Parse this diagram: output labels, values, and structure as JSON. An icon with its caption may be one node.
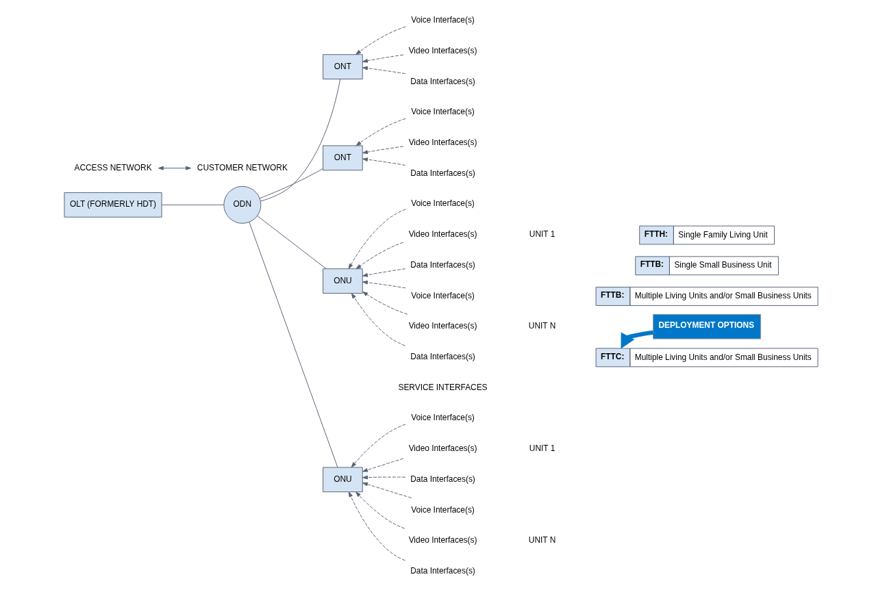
{
  "diagram": {
    "nodes": [
      {
        "text": [
          "OLT (FORMERLY HDT)"
        ]
      },
      {
        "text": [
          "ODN"
        ]
      },
      {
        "text": [
          "ONT"
        ]
      },
      {
        "text": [
          "ONT"
        ]
      },
      {
        "text": [
          "ONU"
        ]
      },
      {
        "text": [
          "ONU"
        ]
      },
      {
        "text": [
          "Voice Interface(s)"
        ]
      },
      {
        "text": [
          "Video Interfaces(s)"
        ]
      },
      {
        "text": [
          "Data Interfaces(s)"
        ]
      },
      {
        "text": [
          "Voice Interface(s)"
        ]
      },
      {
        "text": [
          "Video Interfaces(s)"
        ]
      },
      {
        "text": [
          "Data Interfaces(s)"
        ]
      },
      {
        "text": [
          "Voice Interface(s)"
        ]
      },
      {
        "text": [
          "Video Interfaces(s)"
        ]
      },
      {
        "text": [
          "Data Interfaces(s)"
        ]
      },
      {
        "text": [
          "Voice Interface(s)"
        ]
      },
      {
        "text": [
          "Video Interfaces(s)"
        ]
      },
      {
        "text": [
          "Data Interfaces(s)"
        ]
      },
      {
        "text": [
          "Voice Interface(s)"
        ]
      },
      {
        "text": [
          "Video Interfaces(s)"
        ]
      },
      {
        "text": [
          "Data Interfaces(s)"
        ]
      },
      {
        "text": [
          "Voice Interface(s)"
        ]
      },
      {
        "text": [
          "Video Interfaces(s)"
        ]
      },
      {
        "text": [
          "Data Interfaces(s)"
        ]
      },
      {
        "text": [
          "FTTH:",
          "Single Family Living Unit"
        ]
      },
      {
        "text": [
          "FTTB:",
          "Single Small Business Unit"
        ]
      },
      {
        "text": [
          "FTTB:",
          "Multiple Living Units and/or Small Business Units"
        ]
      },
      {
        "text": [
          "FTTC:",
          "Multiple Living Units and/or Small Business Units"
        ]
      },
      {
        "text": [
          "DEPLOYMENT OPTIONS"
        ]
      },
      {
        "text": [
          "ACCESS NETWORK"
        ]
      },
      {
        "text": [
          "CUSTOMER NETWORK"
        ]
      }
    ],
    "edges": [
      {
        "from": 0,
        "to": 1,
        "arrow": "none"
      },
      {
        "from": 1,
        "to": 2,
        "arrow": "none"
      },
      {
        "from": 1,
        "to": 3,
        "arrow": "none"
      },
      {
        "from": 1,
        "to": 4,
        "arrow": "none"
      },
      {
        "from": 1,
        "to": 5,
        "arrow": "none"
      },
      {
        "from": 6,
        "to": 2,
        "arrow": "to",
        "style": "dashed"
      },
      {
        "from": 7,
        "to": 2,
        "arrow": "to",
        "style": "dashed"
      },
      {
        "from": 8,
        "to": 2,
        "arrow": "to",
        "style": "dashed"
      },
      {
        "from": 9,
        "to": 3,
        "arrow": "to",
        "style": "dashed"
      },
      {
        "from": 10,
        "to": 3,
        "arrow": "to",
        "style": "dashed"
      },
      {
        "from": 11,
        "to": 3,
        "arrow": "to",
        "style": "dashed"
      },
      {
        "from": 12,
        "to": 4,
        "arrow": "to",
        "style": "dashed"
      },
      {
        "from": 13,
        "to": 4,
        "arrow": "to",
        "style": "dashed"
      },
      {
        "from": 14,
        "to": 4,
        "arrow": "to",
        "style": "dashed"
      },
      {
        "from": 15,
        "to": 4,
        "arrow": "to",
        "style": "dashed"
      },
      {
        "from": 16,
        "to": 4,
        "arrow": "to",
        "style": "dashed"
      },
      {
        "from": 17,
        "to": 4,
        "arrow": "to",
        "style": "dashed"
      },
      {
        "from": 18,
        "to": 5,
        "arrow": "to",
        "style": "dashed"
      },
      {
        "from": 19,
        "to": 5,
        "arrow": "to",
        "style": "dashed"
      },
      {
        "from": 20,
        "to": 5,
        "arrow": "to",
        "style": "dashed"
      },
      {
        "from": 21,
        "to": 5,
        "arrow": "to",
        "style": "dashed"
      },
      {
        "from": 22,
        "to": 5,
        "arrow": "to",
        "style": "dashed"
      },
      {
        "from": 23,
        "to": 5,
        "arrow": "to",
        "style": "dashed"
      },
      {
        "from": 28,
        "to": 27,
        "arrow": "to",
        "style": "thick",
        "color": "#0077c8"
      },
      {
        "from": 29,
        "to": 30,
        "arrow": "both"
      }
    ],
    "labels": [
      "UNIT 1",
      "UNIT N",
      "UNIT 1",
      "UNIT N",
      "SERVICE INTERFACES"
    ]
  }
}
